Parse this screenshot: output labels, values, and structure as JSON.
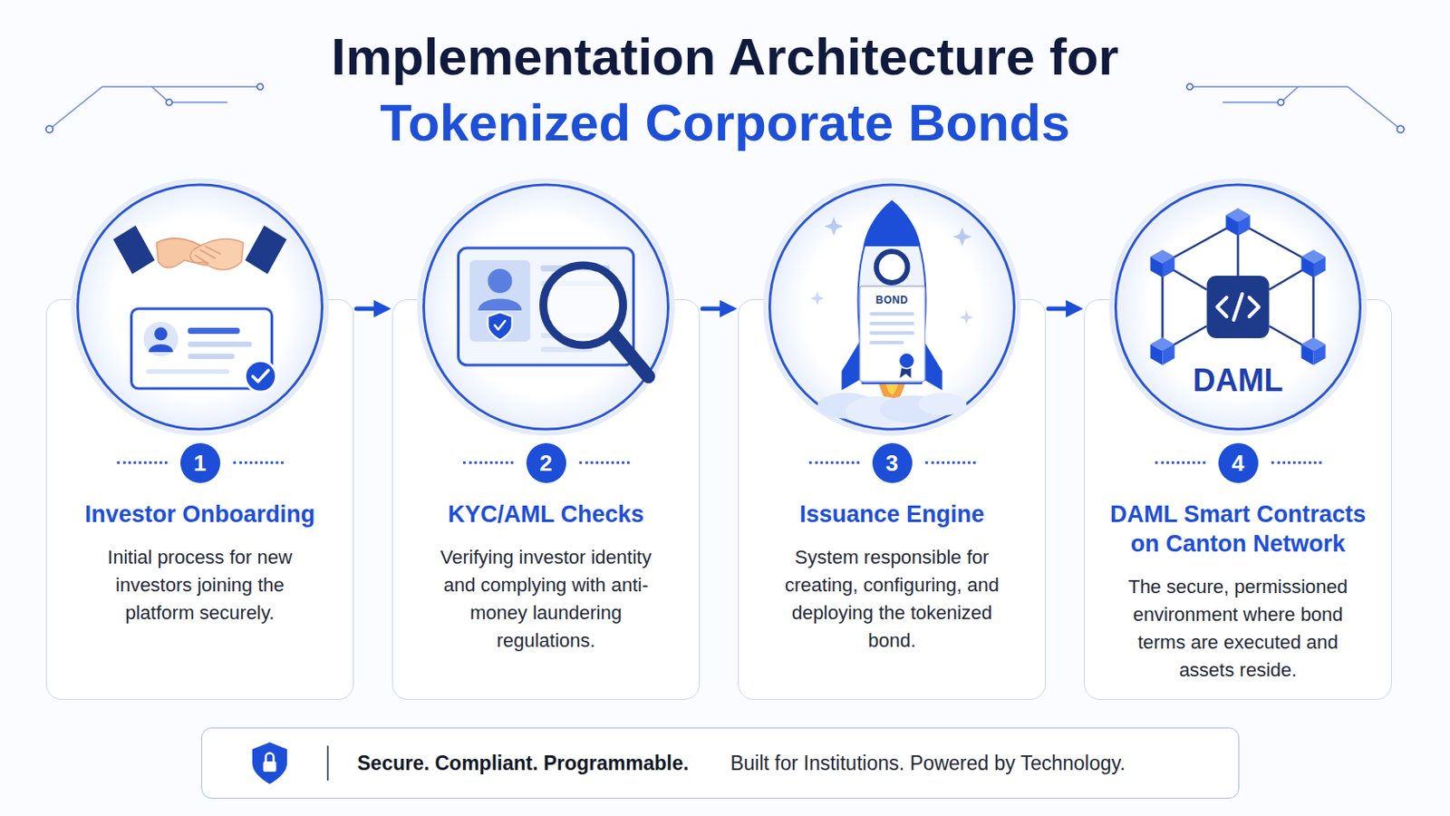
{
  "diagram": {
    "title": "Implementation Architecture for Tokenized Corporate Bonds",
    "nodes": [
      {
        "text": [
          "1",
          "Investor Onboarding",
          "Initial process for new investors joining the platform securely."
        ]
      },
      {
        "text": [
          "2",
          "KYC/AML Checks",
          "Verifying investor identity and complying with anti-money laundering regulations."
        ]
      },
      {
        "text": [
          "3",
          "Issuance Engine",
          "System responsible for creating, configuring, and deploying the tokenized bond."
        ]
      },
      {
        "text": [
          "4",
          "DAML Smart Contracts on Canton Network",
          "The secure, permissioned environment where bond terms are executed and assets reside."
        ]
      },
      {
        "text": [
          "Secure. Compliant. Programmable.",
          "Built for Institutions. Powered by Technology."
        ]
      }
    ],
    "edges": [
      {
        "from": 0,
        "to": 1,
        "arrow": "to"
      },
      {
        "from": 1,
        "to": 2,
        "arrow": "to"
      },
      {
        "from": 2,
        "to": 3,
        "arrow": "to"
      }
    ],
    "labels": [
      "BOND",
      "DAML"
    ]
  }
}
